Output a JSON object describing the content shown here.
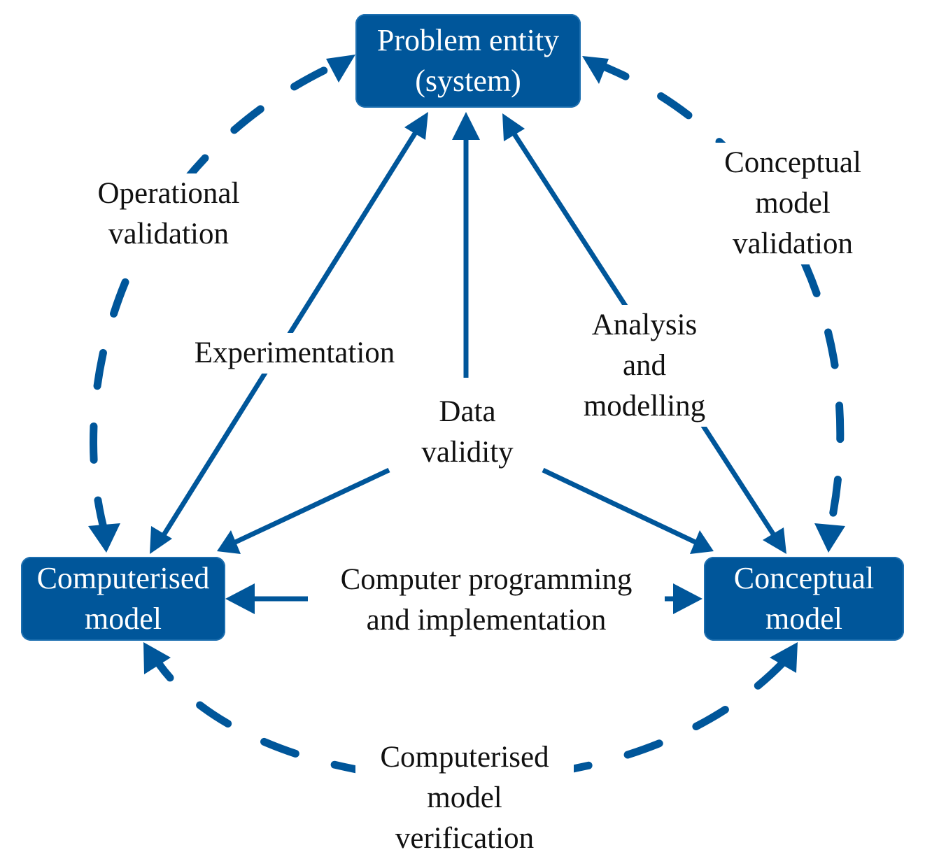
{
  "nodes": {
    "problem": [
      "Problem entity",
      "(system)"
    ],
    "computerised": [
      "Computerised",
      "model"
    ],
    "conceptual": [
      "Conceptual",
      "model"
    ]
  },
  "labels": {
    "operational": [
      "Operational",
      "validation"
    ],
    "conceptual_validation": [
      "Conceptual",
      "model",
      "validation"
    ],
    "experimentation": [
      "Experimentation"
    ],
    "data_validity": [
      "Data",
      "validity"
    ],
    "analysis": [
      "Analysis",
      "and",
      "modelling"
    ],
    "programming": [
      "Computer programming",
      "and implementation"
    ],
    "verification": [
      "Computerised",
      "model",
      "verification"
    ]
  },
  "colors": {
    "accent": "#00569a",
    "text": "#111111"
  }
}
